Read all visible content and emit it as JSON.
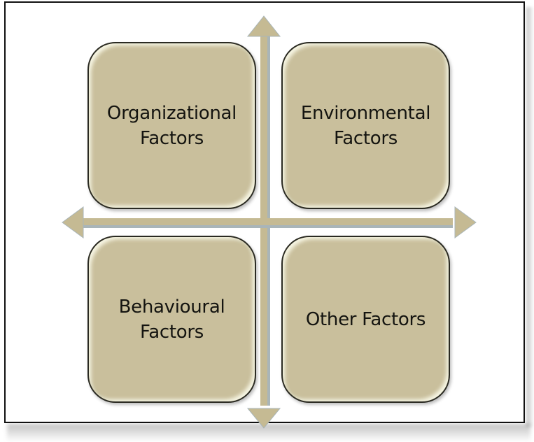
{
  "diagram": {
    "type": "quadrant",
    "colors": {
      "box_fill": "#c9bf9c",
      "box_border": "#2a2a22",
      "text": "#141410",
      "arrow_fill": "#c5ba93",
      "arrow_edge": "#a9b5b8",
      "frame_border": "#111111"
    },
    "axes": {
      "horizontal": "double-headed arrow (left/right)",
      "vertical": "double-headed arrow (up/down)"
    },
    "quadrants": [
      {
        "position": "top-left",
        "line1": "Organizational",
        "line2": "Factors"
      },
      {
        "position": "top-right",
        "line1": "Environmental",
        "line2": "Factors"
      },
      {
        "position": "bottom-left",
        "line1": "Behavioural",
        "line2": "Factors"
      },
      {
        "position": "bottom-right",
        "line1": "Other Factors",
        "line2": ""
      }
    ]
  }
}
